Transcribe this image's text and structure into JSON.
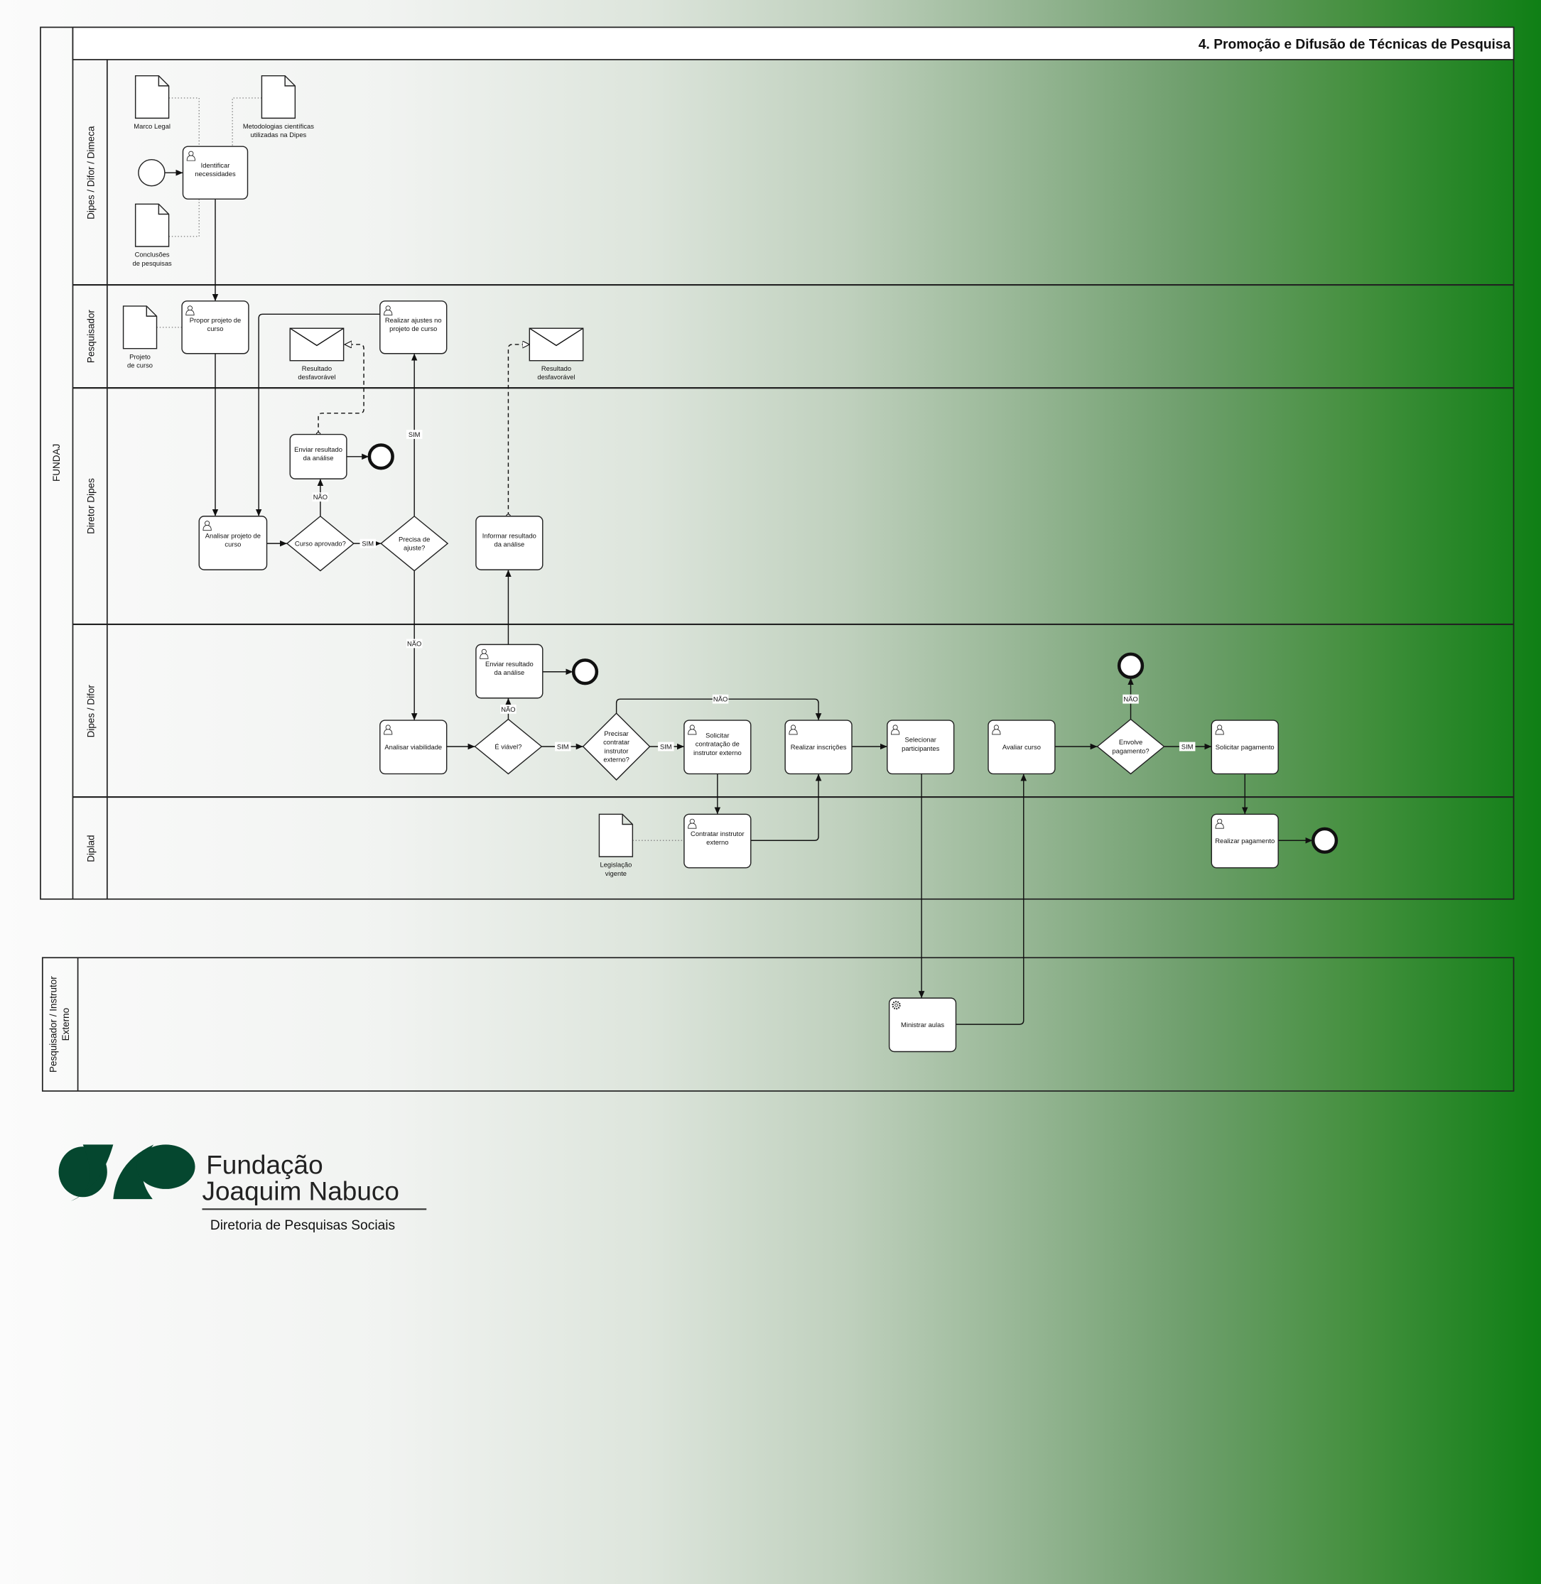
{
  "title": "4. Promoção e Difusão de Técnicas de Pesquisa",
  "pools": {
    "fundaj": "FUNDAJ",
    "external": [
      "Pesquisador / Instrutor",
      "Externo"
    ]
  },
  "lanes": {
    "dimeca": "Dipes / Difor / Dimeca",
    "pesquisador": "Pesquisador",
    "diretor": "Diretor Dipes",
    "difor": "Dipes / Difor",
    "diplad": "Diplad"
  },
  "tasks": {
    "identificar": {
      "label": [
        "Identificar",
        "necessidades"
      ],
      "icon": "user-icon"
    },
    "propor": {
      "label": [
        "Propor projeto de",
        "curso"
      ],
      "icon": "user-icon"
    },
    "ajustes": {
      "label": [
        "Realizar ajustes no",
        "projeto de curso"
      ],
      "icon": "user-icon"
    },
    "enviar1": {
      "label": [
        "Enviar resultado",
        "da análise"
      ],
      "icon": "none"
    },
    "analisar": {
      "label": [
        "Analisar projeto de",
        "curso"
      ],
      "icon": "user-icon"
    },
    "informar": {
      "label": [
        "Informar resultado",
        "da análise"
      ],
      "icon": "none"
    },
    "enviar2": {
      "label": [
        "Enviar resultado",
        "da análise"
      ],
      "icon": "user-icon"
    },
    "viabilidade": {
      "label": [
        "Analisar viabilidade"
      ],
      "icon": "user-icon"
    },
    "solicitar_contratacao": {
      "label": [
        "Solicitar",
        "contratação de",
        "instrutor externo"
      ],
      "icon": "user-icon"
    },
    "inscricoes": {
      "label": [
        "Realizar inscrições"
      ],
      "icon": "user-icon"
    },
    "selecionar": {
      "label": [
        "Selecionar",
        "participantes"
      ],
      "icon": "user-icon"
    },
    "avaliar": {
      "label": [
        "Avaliar curso"
      ],
      "icon": "user-icon"
    },
    "solicitar_pagamento": {
      "label": [
        "Solicitar pagamento"
      ],
      "icon": "user-icon"
    },
    "contratar": {
      "label": [
        "Contratar instrutor",
        "externo"
      ],
      "icon": "user-icon"
    },
    "realizar_pagamento": {
      "label": [
        "Realizar pagamento"
      ],
      "icon": "user-icon"
    },
    "ministrar": {
      "label": [
        "Ministrar aulas"
      ],
      "icon": "gear-icon"
    }
  },
  "gateways": {
    "curso_aprovado": [
      "Curso aprovado?"
    ],
    "precisa_ajuste": [
      "Precisa de",
      "ajuste?"
    ],
    "viavel": [
      "É viável?"
    ],
    "contratar_externo": [
      "Precisar",
      "contratar",
      "instrutor",
      "externo?"
    ],
    "envolve_pagamento": [
      "Envolve",
      "pagamento?"
    ]
  },
  "documents": {
    "marco_legal": [
      "Marco Legal"
    ],
    "metodologias": [
      "Metodologias científicas",
      "utilizadas na Dipes"
    ],
    "conclusoes": [
      "Conclusões",
      "de pesquisas"
    ],
    "projeto": [
      "Projeto",
      "de curso"
    ],
    "legislacao": [
      "Legislação",
      "vigente"
    ]
  },
  "messages": {
    "msg1": [
      "Resultado",
      "desfavorável"
    ],
    "msg2": [
      "Resultado",
      "desfavorável"
    ]
  },
  "edge_labels": {
    "aprovado_sim": "SIM",
    "aprovado_nao": "NÃO",
    "ajuste_sim": "SIM",
    "ajuste_nao": "NÃO",
    "viavel_nao": "NÃO",
    "viavel_sim": "SIM",
    "externo_sim": "SIM",
    "externo_nao": "NÃO",
    "pagamento_nao": "NÃO",
    "pagamento_sim": "SIM"
  },
  "logo": {
    "line1": "Fundação",
    "line2": "Joaquim Nabuco",
    "subtitle": "Diretoria de Pesquisas Sociais",
    "color": "#05472f"
  }
}
